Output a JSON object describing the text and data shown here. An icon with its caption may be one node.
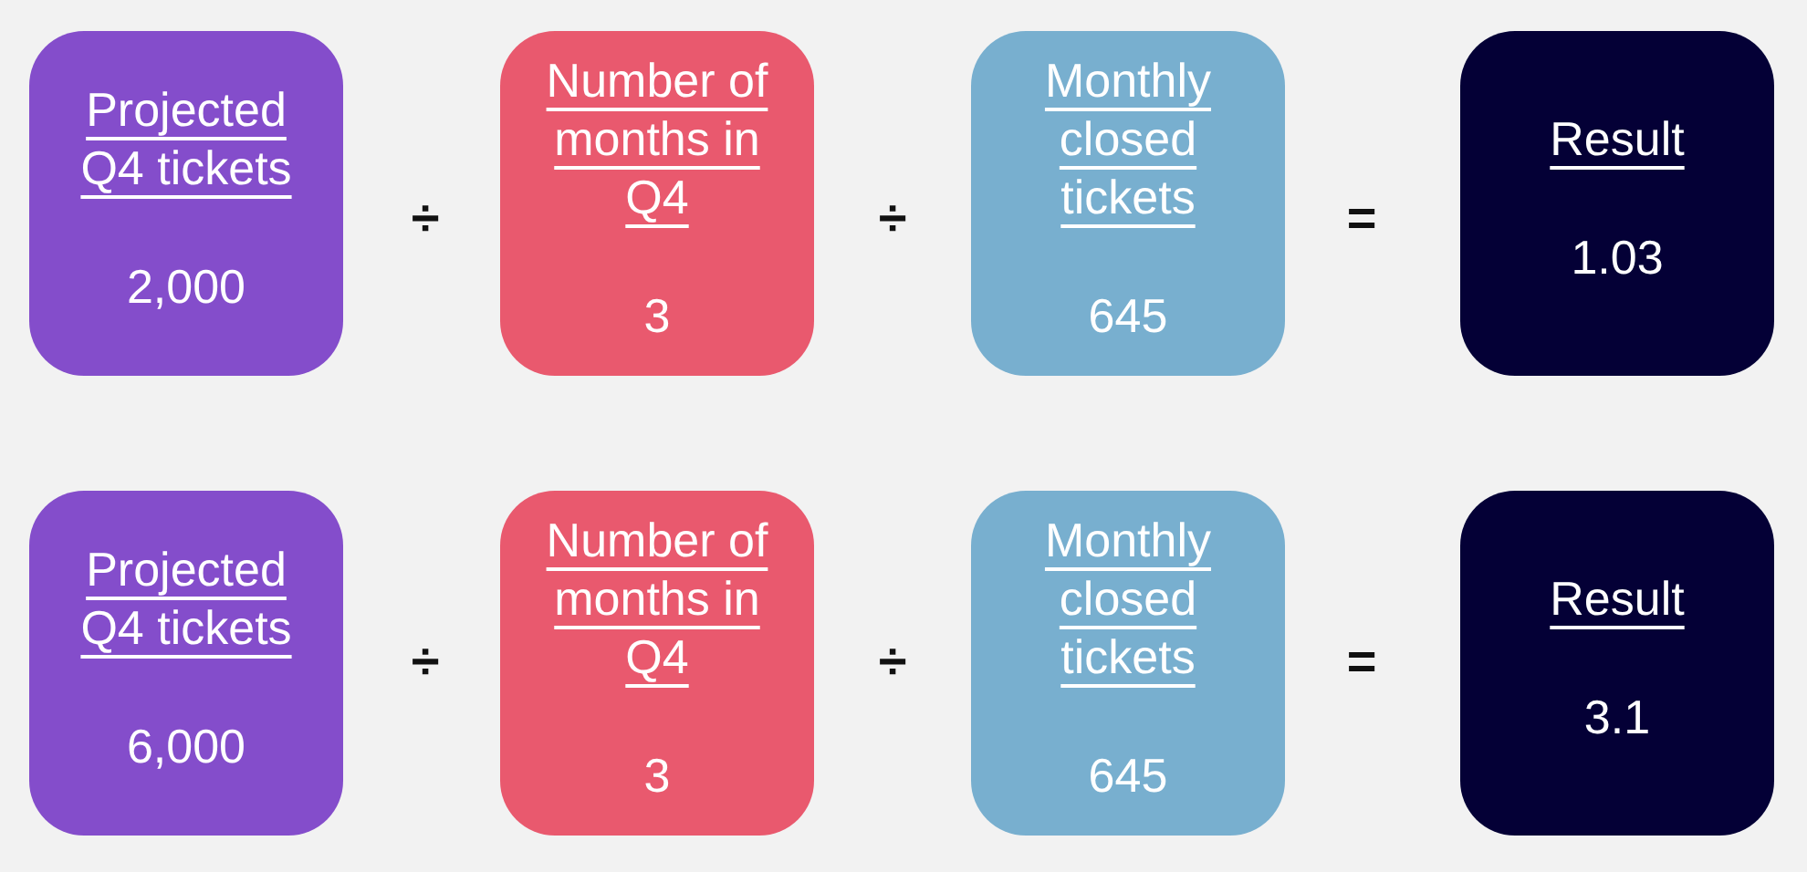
{
  "diagram": {
    "nodes": [
      {
        "text": [
          "Projected Q4 tickets",
          "2,000"
        ]
      },
      {
        "text": [
          "Number of months in Q4",
          "3"
        ]
      },
      {
        "text": [
          "Monthly closed tickets",
          "645"
        ]
      },
      {
        "text": [
          "Result",
          "1.03"
        ]
      },
      {
        "text": [
          "Projected Q4 tickets",
          "6,000"
        ]
      },
      {
        "text": [
          "Number of months in Q4",
          "3"
        ]
      },
      {
        "text": [
          "Monthly closed tickets",
          "645"
        ]
      },
      {
        "text": [
          "Result",
          "3.1"
        ]
      }
    ],
    "labels": [
      "÷",
      "÷",
      "=",
      "÷",
      "÷",
      "="
    ]
  }
}
